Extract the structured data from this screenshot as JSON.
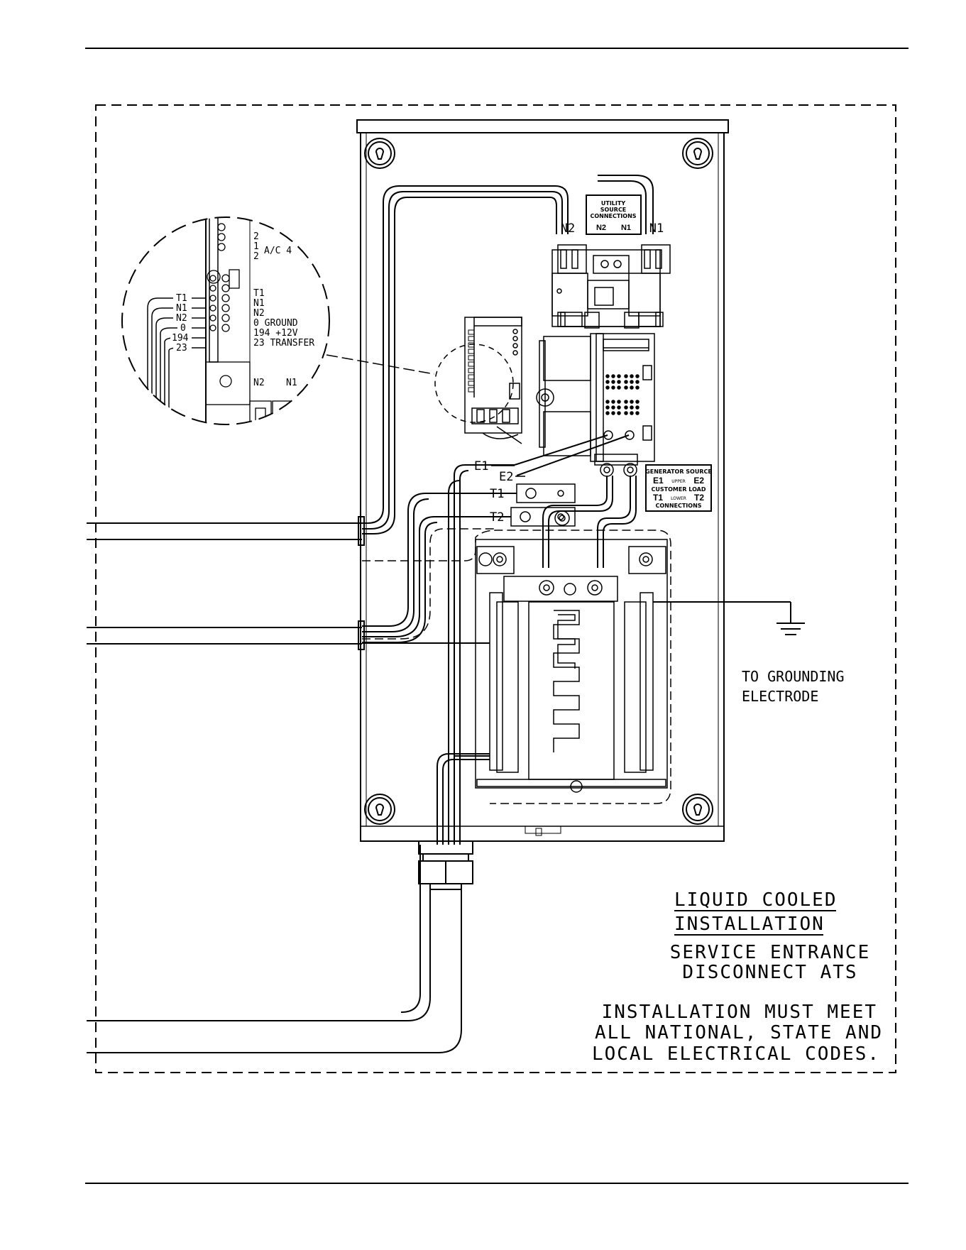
{
  "utility_label": {
    "lines": [
      "UTILITY",
      "SOURCE",
      "CONNECTIONS"
    ],
    "n2": "N2",
    "n1": "N1"
  },
  "utility_terminals": {
    "n2": "N2",
    "n1": "N1"
  },
  "generator_label": {
    "line1": "GENERATOR SOURCE",
    "e1": "E1",
    "upper": "UPPER",
    "e2": "E2",
    "line2": "CUSTOMER LOAD",
    "t1": "T1",
    "lower": "LOWER",
    "t2": "T2",
    "line3": "CONNECTIONS"
  },
  "wire_labels": {
    "e1": "E1",
    "e2": "E2",
    "t1": "T1",
    "t2": "T2"
  },
  "detail": {
    "wires": [
      "T1",
      "N1",
      "N2",
      "0",
      "194",
      "23"
    ],
    "terminals": [
      "2",
      "1",
      "2",
      "T1",
      "N1",
      "N2",
      "0 GROUND",
      "194 +12V",
      "23 TRANSFER"
    ],
    "ac_label": "A/C 4",
    "bottom_n2": "N2",
    "bottom_n1": "N1"
  },
  "ground_note": [
    "TO GROUNDING",
    "ELECTRODE"
  ],
  "title": {
    "line1": "LIQUID COOLED",
    "line2": "INSTALLATION",
    "line3": "SERVICE ENTRANCE",
    "line4": "DISCONNECT ATS"
  },
  "note": [
    "INSTALLATION MUST MEET",
    "ALL NATIONAL, STATE AND",
    "LOCAL ELECTRICAL CODES."
  ]
}
